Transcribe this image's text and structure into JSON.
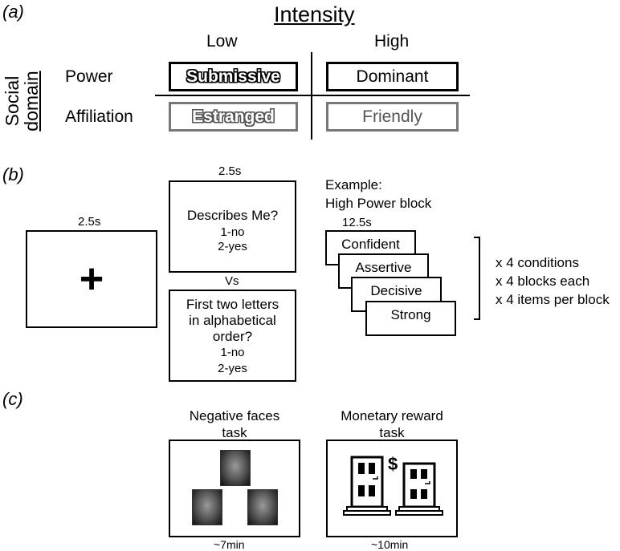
{
  "panel_a": {
    "label": "(a)",
    "intensity_header": "Intensity",
    "low_label": "Low",
    "high_label": "High",
    "social_line1": "Social",
    "social_line2": "domain",
    "row_power": "Power",
    "row_affiliation": "Affiliation",
    "cells": {
      "submissive": "Submissive",
      "dominant": "Dominant",
      "estranged": "Estranged",
      "friendly": "Friendly"
    }
  },
  "panel_b": {
    "label": "(b)",
    "fixation": {
      "duration": "2.5s",
      "symbol": "+"
    },
    "self_task": {
      "duration": "2.5s",
      "question": "Describes Me?",
      "option1": "1-no",
      "option2": "2-yes"
    },
    "vs_label": "Vs",
    "letter_task": {
      "line1": "First two letters",
      "line2": "in alphabetical",
      "line3": "order?",
      "option1": "1-no",
      "option2": "2-yes"
    },
    "example": {
      "line1": "Example:",
      "line2": "High Power block",
      "duration": "12.5s",
      "words": [
        "Confident",
        "Assertive",
        "Decisive",
        "Strong"
      ]
    },
    "repeats": [
      "x 4 conditions",
      "x 4 blocks each",
      "x 4 items per block"
    ]
  },
  "panel_c": {
    "label": "(c)",
    "faces_task": {
      "title_line1": "Negative faces",
      "title_line2": "task",
      "duration": "~7min"
    },
    "reward_task": {
      "title_line1": "Monetary reward",
      "title_line2": "task",
      "duration": "~10min",
      "dollar": "$"
    }
  }
}
